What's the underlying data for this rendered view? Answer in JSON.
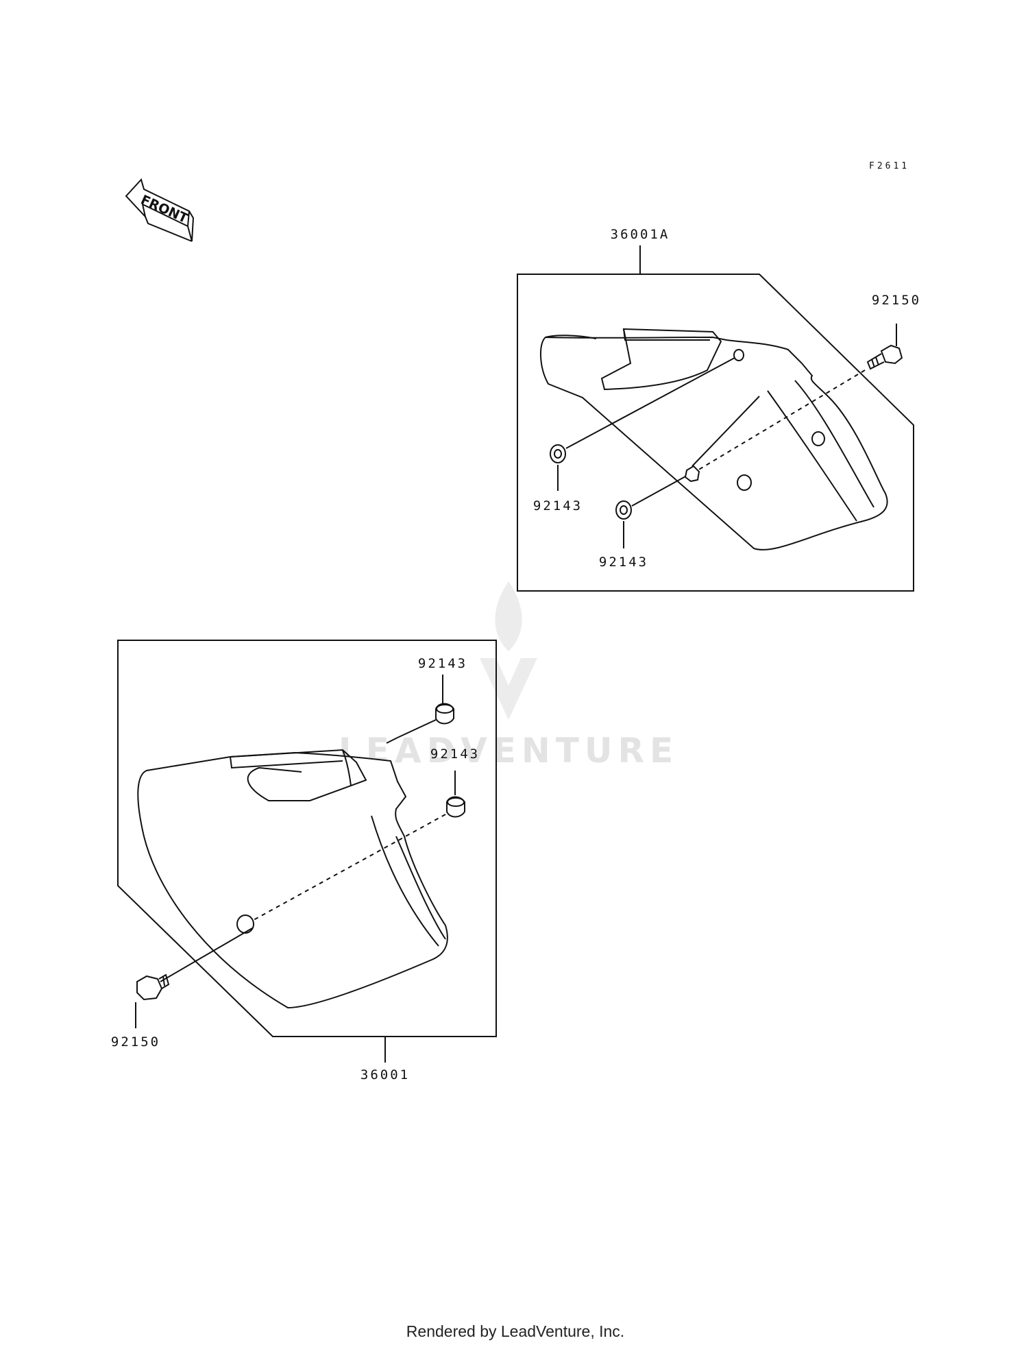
{
  "figure_code": "F2611",
  "front_label": "FRONT",
  "watermark": "LEADVENTURE",
  "footer": "Rendered by LeadVenture, Inc.",
  "upper_assembly": {
    "callout": "36001A",
    "bolt": "92150",
    "grommet_upper": "92143",
    "grommet_lower": "92143"
  },
  "lower_assembly": {
    "callout": "36001",
    "grommet_upper": "92143",
    "grommet_lower": "92143",
    "bolt": "92150"
  }
}
